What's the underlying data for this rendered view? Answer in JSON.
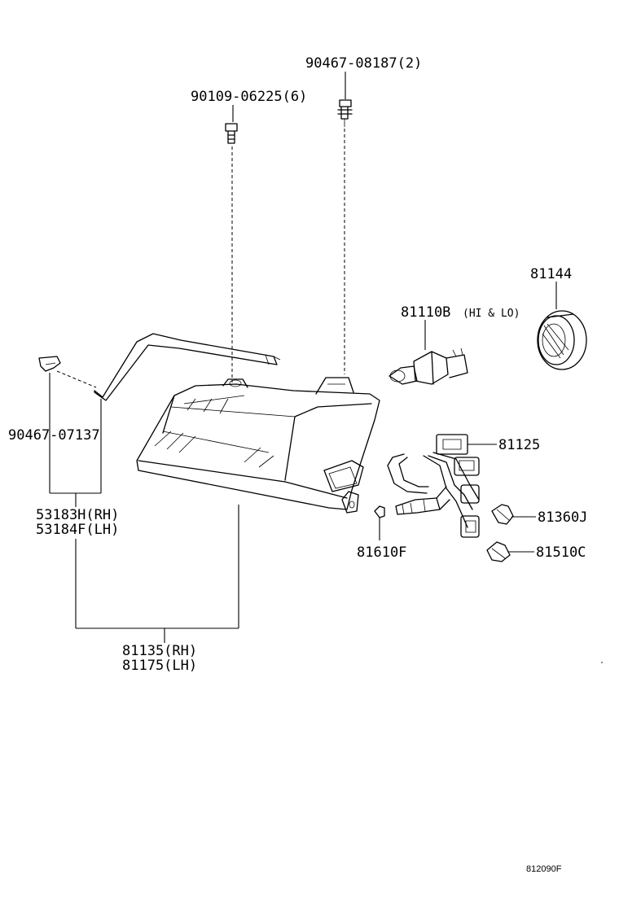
{
  "labels": {
    "bolt_upper": "90467-08187(2)",
    "screw": "90109-06225(6)",
    "bulb_socket_cover": "81144",
    "headlamp_bulb": "81110B",
    "headlamp_bulb_note": "(HI & LO)",
    "clip": "90467-07137",
    "wire_harness": "81125",
    "bulb_81360j": "81360J",
    "bulb_81510c": "81510C",
    "bulb_81610f": "81610F",
    "bracket_rh": "53183H(RH)",
    "bracket_lh": "53184F(LH)",
    "headlamp_rh": "81135(RH)",
    "headlamp_lh": "81175(LH)",
    "figure_ref": "812090F"
  }
}
